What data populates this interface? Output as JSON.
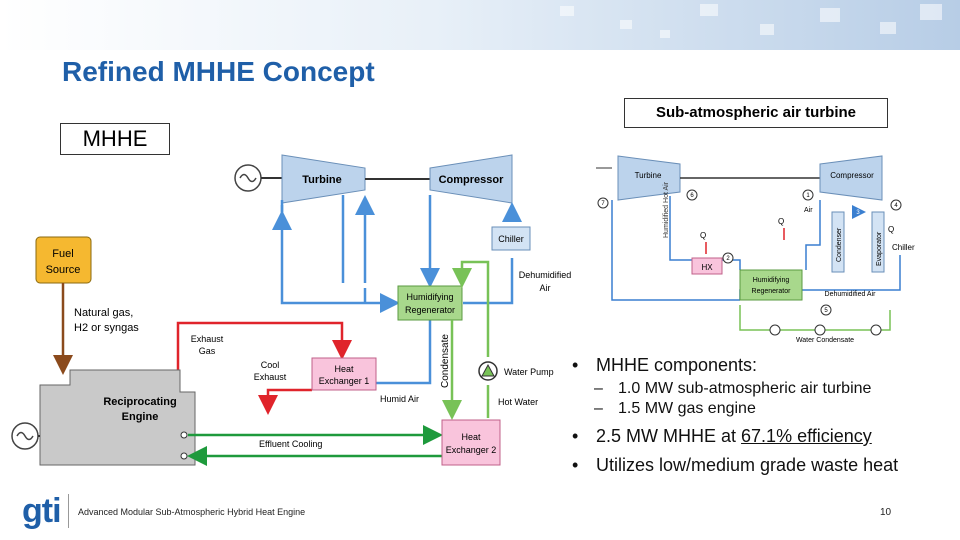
{
  "slide": {
    "title": "Refined MHHE Concept",
    "mhhe_label": "MHHE",
    "subatm_label": "Sub-atmospheric air turbine",
    "footer": "Advanced Modular Sub-Atmospheric Hybrid Heat Engine",
    "page_number": "10",
    "logo": "gti"
  },
  "bullets": {
    "b1": "MHHE components:",
    "b1a": "1.0 MW sub-atmospheric air turbine",
    "b1b": "1.5 MW gas engine",
    "b2_prefix": "2.5 MW MHHE at ",
    "b2_link": "67.1% efficiency",
    "b3": "Utilizes low/medium grade waste heat"
  },
  "diagram": {
    "turbine": "Turbine",
    "compressor": "Compressor",
    "chiller": "Chiller",
    "fuel_1": "Fuel",
    "fuel_2": "Source",
    "natgas_1": "Natural gas,",
    "natgas_2": "H2 or syngas",
    "hum_reg_1": "Humidifying",
    "hum_reg_2": "Regenerator",
    "dehum_1": "Dehumidified",
    "dehum_2": "Air",
    "exhaust_1": "Exhaust",
    "exhaust_2": "Gas",
    "cool_exh_1": "Cool",
    "cool_exh_2": "Exhaust",
    "hx1_1": "Heat",
    "hx1_2": "Exchanger 1",
    "condensate": "Condensate",
    "water_pump": "Water Pump",
    "recip_1": "Reciprocating",
    "recip_2": "Engine",
    "humid_air": "Humid Air",
    "hot_water": "Hot Water",
    "effluent": "Effluent Cooling",
    "hx2_1": "Heat",
    "hx2_2": "Exchanger 2"
  },
  "mini": {
    "turbine": "Turbine",
    "compressor": "Compressor",
    "air": "Air",
    "q_lp": "Q",
    "q_hp": "Q",
    "q_right": "Q",
    "hx": "HX",
    "humidified_hot_air": "Humidified Hot Air",
    "condenser": "Condenser",
    "evaporator": "Evaporator",
    "chiller": "Chiller",
    "hum_reg_1": "Humidifying",
    "hum_reg_2": "Regenerator",
    "dehum_air": "Dehumidified Air",
    "water_condensate": "Water Condensate",
    "n1": "1",
    "n2": "2",
    "n3": "3",
    "n4": "4",
    "n5": "5",
    "n6": "6",
    "n7": "7"
  },
  "colors": {
    "title": "#1f5fa8",
    "blue_flow": "#4a90d9",
    "green_flow": "#78c257",
    "dark_green_flow": "#1e9a3c",
    "red_flow": "#e0242b",
    "brown_flow": "#8b4a1c",
    "turbine_fill": "#bcd3ec",
    "pink_box": "#f9c4dc",
    "green_box": "#a8d88c",
    "orange_box": "#f5b830",
    "engine_fill": "#c9c9c9"
  }
}
